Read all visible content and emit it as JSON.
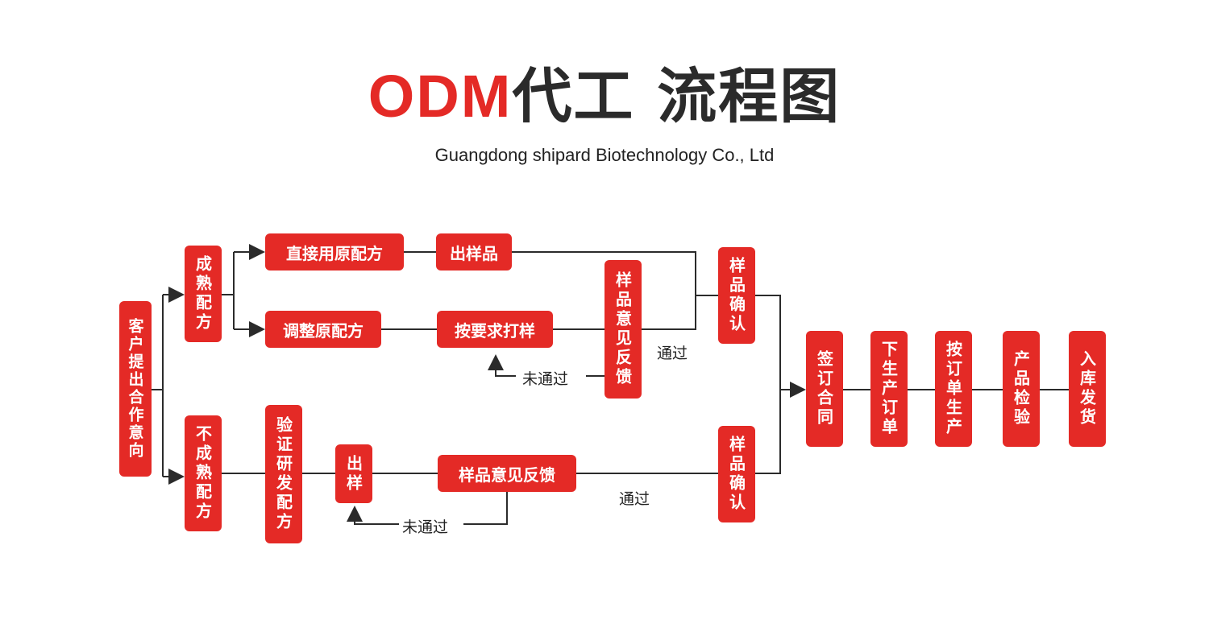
{
  "header": {
    "title_brand": "ODM",
    "title_rest": "代工 流程图",
    "subtitle": "Guangdong shipard Biotechnology Co., Ltd"
  },
  "nodes": {
    "start": "客户提出合作意向",
    "mature": "成熟配方",
    "immature": "不成熟配方",
    "use_original": "直接用原配方",
    "adjust_original": "调整原配方",
    "sample_out": "出样品",
    "custom_sample": "按要求打样",
    "feedback_top": "样品意见反馈",
    "confirm_top": "样品确认",
    "verify_rd": "验证研发配方",
    "sample_bottom": "出样",
    "feedback_bottom": "样品意见反馈",
    "confirm_bottom": "样品确认",
    "contract": "签订合同",
    "order": "下生产订单",
    "produce": "按订单生产",
    "inspect": "产品检验",
    "ship": "入库发货"
  },
  "labels": {
    "pass_top": "通过",
    "fail_top": "未通过",
    "pass_bottom": "通过",
    "fail_bottom": "未通过"
  },
  "colors": {
    "accent": "#e42a26",
    "line": "#2b2b2b"
  }
}
